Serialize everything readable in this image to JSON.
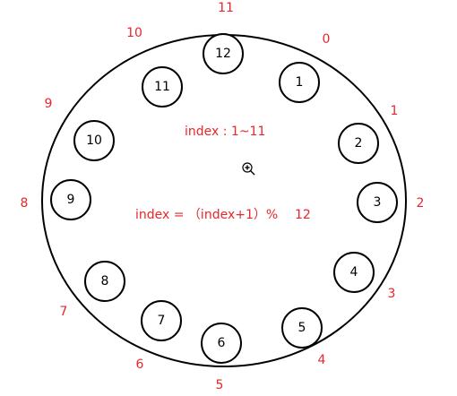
{
  "colors": {
    "accent": "#e8262b",
    "stroke": "#000000",
    "background": "#ffffff"
  },
  "nodes": [
    "12",
    "1",
    "2",
    "3",
    "4",
    "5",
    "6",
    "7",
    "8",
    "9",
    "10",
    "11"
  ],
  "index_labels": [
    "11",
    "0",
    "1",
    "2",
    "3",
    "4",
    "5",
    "6",
    "7",
    "8",
    "9",
    "10"
  ],
  "formula": {
    "range": "index : 1~11",
    "update_expr": "index = （index+1）%",
    "update_mod": "12"
  },
  "icons": {
    "cursor": "zoom-in-icon"
  }
}
